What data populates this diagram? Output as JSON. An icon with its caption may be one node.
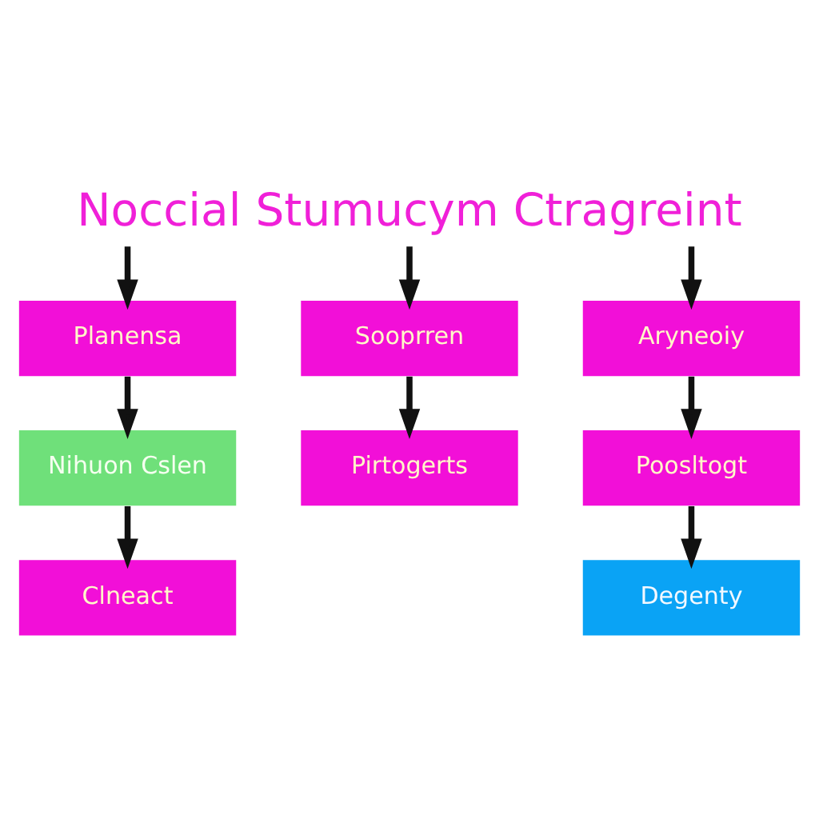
{
  "diagram": {
    "title": "Noccial Stumucym Ctragreint",
    "nodes": [
      {
        "text": [
          "Planensa"
        ]
      },
      {
        "text": [
          "Sooprren"
        ]
      },
      {
        "text": [
          "Aryneoiy"
        ]
      },
      {
        "text": [
          "Nihuon Cslen"
        ]
      },
      {
        "text": [
          "Pirtogerts"
        ]
      },
      {
        "text": [
          "Poosltogt"
        ]
      },
      {
        "text": [
          "Clneact"
        ]
      },
      {
        "text": [
          "Degenty"
        ]
      }
    ],
    "edges": [
      {
        "from": null,
        "to": 0,
        "arrow": "to"
      },
      {
        "from": null,
        "to": 1,
        "arrow": "to"
      },
      {
        "from": null,
        "to": 2,
        "arrow": "to"
      },
      {
        "from": 0,
        "to": 3,
        "arrow": "to"
      },
      {
        "from": 1,
        "to": 4,
        "arrow": "to"
      },
      {
        "from": 2,
        "to": 5,
        "arrow": "to"
      },
      {
        "from": 3,
        "to": 6,
        "arrow": "to"
      },
      {
        "from": 5,
        "to": 7,
        "arrow": "to"
      }
    ]
  }
}
